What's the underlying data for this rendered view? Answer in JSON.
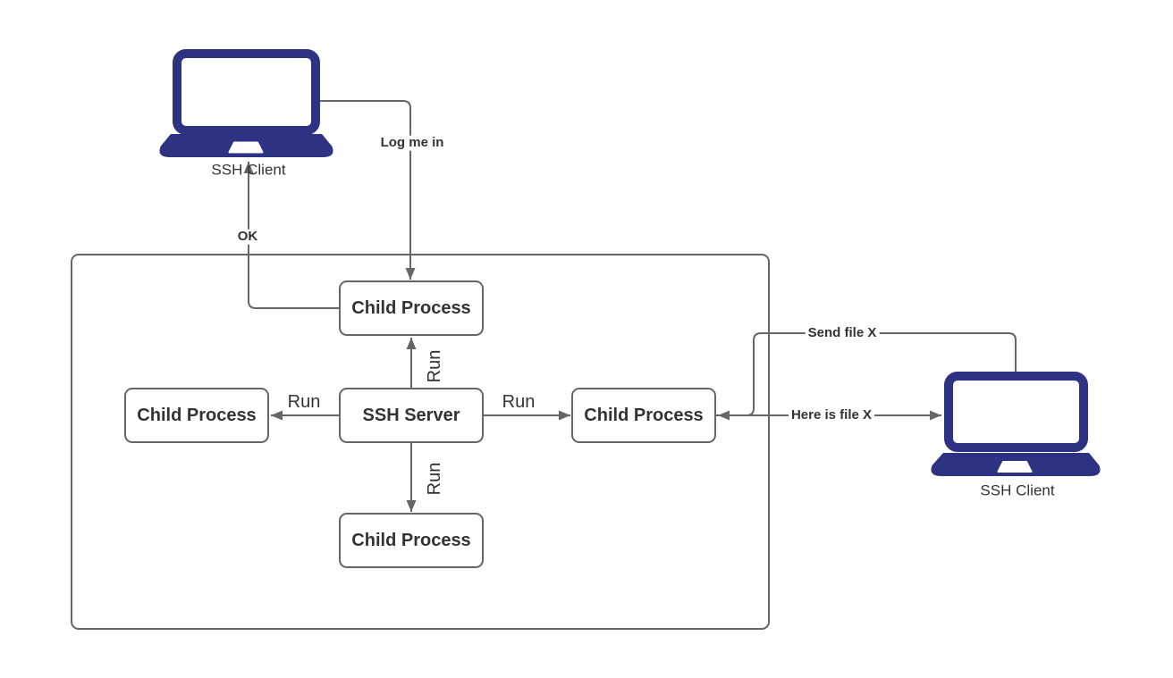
{
  "colors": {
    "line": "#666666",
    "text": "#333333",
    "laptop": "#2d3282"
  },
  "nodes": {
    "ssh_server": {
      "label": "SSH Server"
    },
    "child_top": {
      "label": "Child Process"
    },
    "child_left": {
      "label": "Child Process"
    },
    "child_right": {
      "label": "Child Process"
    },
    "child_bottom": {
      "label": "Child Process"
    },
    "client_left": {
      "label": "SSH Client"
    },
    "client_right": {
      "label": "SSH Client"
    }
  },
  "edges": {
    "log_me_in": {
      "label": "Log me in"
    },
    "ok": {
      "label": "OK"
    },
    "run_up": {
      "label": "Run"
    },
    "run_down": {
      "label": "Run"
    },
    "run_left": {
      "label": "Run"
    },
    "run_right": {
      "label": "Run"
    },
    "send_file": {
      "label": "Send file X"
    },
    "here_is_file": {
      "label": "Here is file X"
    }
  }
}
